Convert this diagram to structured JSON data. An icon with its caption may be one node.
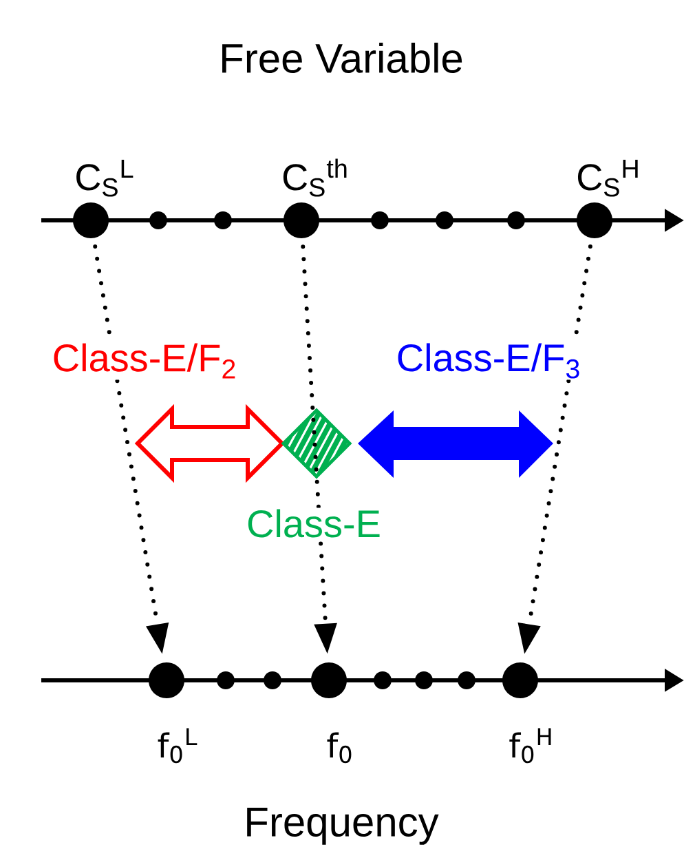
{
  "diagram": {
    "title": "Free Variable",
    "nodes": [
      {
        "text": [
          "C$_{S}$$^{L}$"
        ]
      },
      {
        "text": [
          "C$_{S}$$^{th}$"
        ]
      },
      {
        "text": [
          "C$_{S}$$^{H}$"
        ]
      },
      {
        "text": [
          "f$_{0}$$^{L}$"
        ]
      },
      {
        "text": [
          "f$_{0}$"
        ]
      },
      {
        "text": [
          "f$_{0}$$^{H}$"
        ]
      }
    ],
    "edges": [
      {
        "from": 0,
        "to": 3,
        "arrow": "to",
        "style": "dashed"
      },
      {
        "from": 1,
        "to": 4,
        "arrow": "to",
        "style": "dashed"
      },
      {
        "from": 2,
        "to": 5,
        "arrow": "to",
        "style": "dashed"
      }
    ],
    "labels": [
      "Class-E/F$_{2}$",
      "Class-E/F$_{3}$",
      "Class-E",
      "Frequency"
    ]
  }
}
